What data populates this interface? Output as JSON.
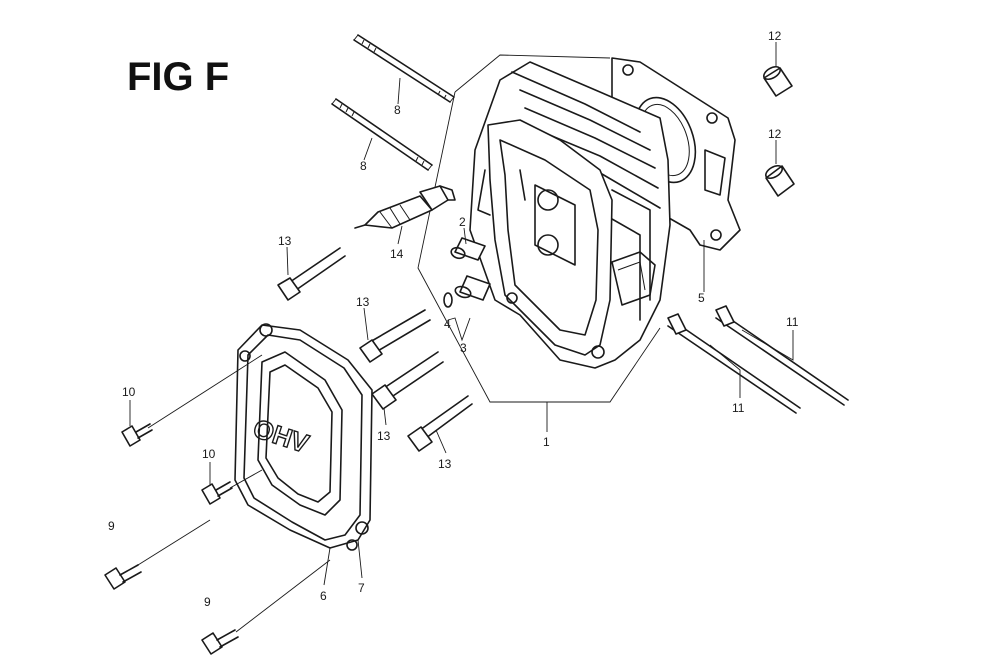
{
  "figure": {
    "title": "FIG F",
    "emboss_text": "OHV"
  },
  "callouts": [
    {
      "id": "c12a",
      "label": "12"
    },
    {
      "id": "c12b",
      "label": "12"
    },
    {
      "id": "c8a",
      "label": "8"
    },
    {
      "id": "c8b",
      "label": "8"
    },
    {
      "id": "c2",
      "label": "2"
    },
    {
      "id": "c14",
      "label": "14"
    },
    {
      "id": "c13a",
      "label": "13"
    },
    {
      "id": "c13b",
      "label": "13"
    },
    {
      "id": "c13c",
      "label": "13"
    },
    {
      "id": "c13d",
      "label": "13"
    },
    {
      "id": "c4",
      "label": "4"
    },
    {
      "id": "c3",
      "label": "3"
    },
    {
      "id": "c5",
      "label": "5"
    },
    {
      "id": "c11a",
      "label": "11"
    },
    {
      "id": "c11b",
      "label": "11"
    },
    {
      "id": "c1",
      "label": "1"
    },
    {
      "id": "c10a",
      "label": "10"
    },
    {
      "id": "c10b",
      "label": "10"
    },
    {
      "id": "c9a",
      "label": "9"
    },
    {
      "id": "c9b",
      "label": "9"
    },
    {
      "id": "c6",
      "label": "6"
    },
    {
      "id": "c7",
      "label": "7"
    }
  ],
  "colors": {
    "ink": "#1a1a1a",
    "background": "#ffffff"
  }
}
